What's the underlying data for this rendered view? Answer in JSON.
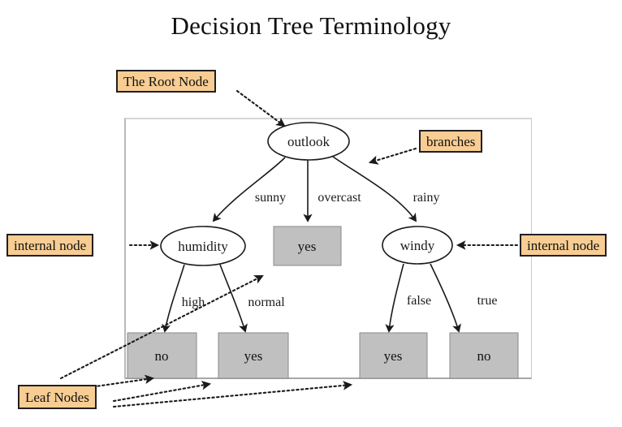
{
  "page": {
    "title": "Decision Tree Terminology",
    "background_color": "#ffffff"
  },
  "colors": {
    "callout_fill": "#f7cd93",
    "callout_border": "#231f20",
    "leaf_fill": "#c0c0c0",
    "leaf_border": "#8a8a8a",
    "node_stroke": "#1a1a1a",
    "frame_stroke": "#b9b9b9"
  },
  "callouts": {
    "root": "The Root Node",
    "branches": "branches",
    "internal_left": "internal node",
    "internal_right": "internal node",
    "leaf": "Leaf Nodes"
  },
  "tree": {
    "root": {
      "label": "outlook",
      "type": "decision-node"
    },
    "level1": [
      {
        "label": "humidity",
        "type": "decision-node"
      },
      {
        "label": "yes",
        "type": "leaf-node"
      },
      {
        "label": "windy",
        "type": "decision-node"
      }
    ],
    "leaves": [
      {
        "label": "no",
        "type": "leaf-node"
      },
      {
        "label": "yes",
        "type": "leaf-node"
      },
      {
        "label": "yes",
        "type": "leaf-node"
      },
      {
        "label": "no",
        "type": "leaf-node"
      }
    ],
    "edge_labels": {
      "root": [
        "sunny",
        "overcast",
        "rainy"
      ],
      "humidity": [
        "high",
        "normal"
      ],
      "windy": [
        "false",
        "true"
      ]
    }
  },
  "chart_data": {
    "type": "diagram",
    "title": "Decision Tree Terminology",
    "nodes": [
      {
        "id": "outlook",
        "label": "outlook",
        "shape": "ellipse",
        "role": "root node"
      },
      {
        "id": "humidity",
        "label": "humidity",
        "shape": "ellipse",
        "role": "internal node"
      },
      {
        "id": "yes-overcast",
        "label": "yes",
        "shape": "rectangle",
        "role": "leaf node"
      },
      {
        "id": "windy",
        "label": "windy",
        "shape": "ellipse",
        "role": "internal node"
      },
      {
        "id": "no-high",
        "label": "no",
        "shape": "rectangle",
        "role": "leaf node"
      },
      {
        "id": "yes-normal",
        "label": "yes",
        "shape": "rectangle",
        "role": "leaf node"
      },
      {
        "id": "yes-false",
        "label": "yes",
        "shape": "rectangle",
        "role": "leaf node"
      },
      {
        "id": "no-true",
        "label": "no",
        "shape": "rectangle",
        "role": "leaf node"
      }
    ],
    "edges": [
      {
        "from": "outlook",
        "to": "humidity",
        "label": "sunny"
      },
      {
        "from": "outlook",
        "to": "yes-overcast",
        "label": "overcast"
      },
      {
        "from": "outlook",
        "to": "windy",
        "label": "rainy"
      },
      {
        "from": "humidity",
        "to": "no-high",
        "label": "high"
      },
      {
        "from": "humidity",
        "to": "yes-normal",
        "label": "normal"
      },
      {
        "from": "windy",
        "to": "yes-false",
        "label": "false"
      },
      {
        "from": "windy",
        "to": "no-true",
        "label": "true"
      }
    ],
    "annotations": [
      {
        "text": "The Root Node",
        "points_to": "outlook"
      },
      {
        "text": "branches",
        "points_to": "edge outlook-windy"
      },
      {
        "text": "internal node",
        "points_to": "humidity"
      },
      {
        "text": "internal node",
        "points_to": "windy"
      },
      {
        "text": "Leaf Nodes",
        "points_to": "no-high, yes-normal, yes-false"
      }
    ]
  }
}
